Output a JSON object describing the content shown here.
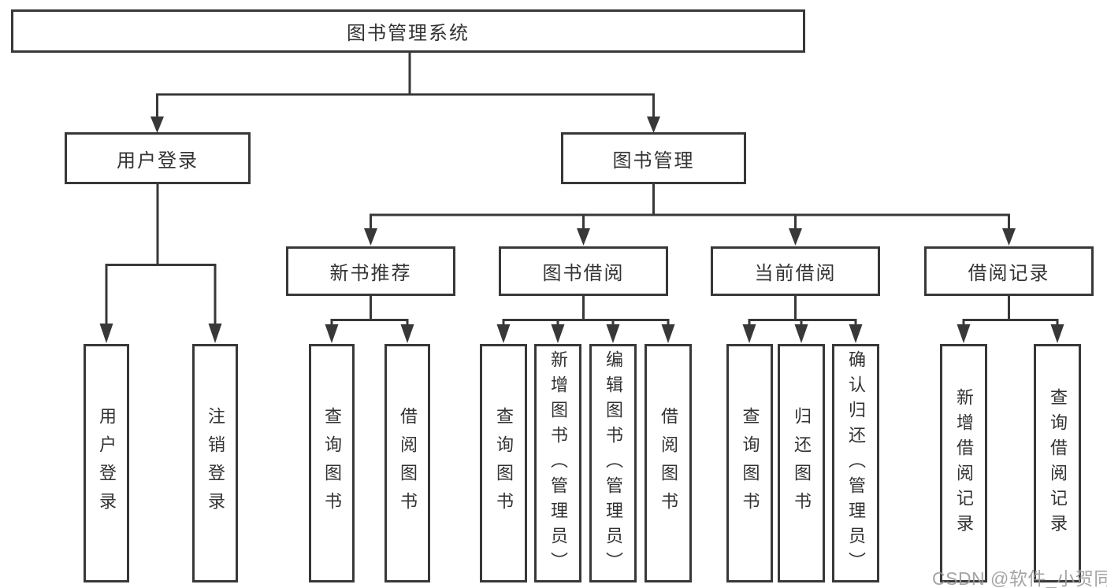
{
  "diagram": {
    "title": "图书管理系统",
    "watermark": "CSDN @软件_小贺同学"
  },
  "colors": {
    "line": "#383838",
    "box_border": "#383838",
    "box_fill": "#ffffff",
    "text": "#333333",
    "watermark_text": "#9b9b9b"
  },
  "nodes": {
    "root": "图书管理系统",
    "user_login": "用户登录",
    "book_mgmt": "图书管理",
    "leaf_user_login": "用户登录",
    "leaf_logout": "注销登录",
    "new_book_rec": "新书推荐",
    "book_borrow": "图书借阅",
    "current_borrow": "当前借阅",
    "borrow_record": "借阅记录",
    "nbr_query_book": "查询图书",
    "nbr_borrow_book": "借阅图书",
    "bb_query_book": "查询图书",
    "bb_add_book": "新增图书（管理员）",
    "bb_edit_book": "编辑图书（管理员）",
    "bb_borrow_book": "借阅图书",
    "cb_query_book": "查询图书",
    "cb_return_book": "归还图书",
    "cb_confirm_return": "确认归还（管理员）",
    "br_add_record": "新增借阅记录",
    "br_query_record": "查询借阅记录"
  },
  "hierarchy": {
    "图书管理系统": {
      "用户登录": [
        "用户登录",
        "注销登录"
      ],
      "图书管理": {
        "新书推荐": [
          "查询图书",
          "借阅图书"
        ],
        "图书借阅": [
          "查询图书",
          "新增图书（管理员）",
          "编辑图书（管理员）",
          "借阅图书"
        ],
        "当前借阅": [
          "查询图书",
          "归还图书",
          "确认归还（管理员）"
        ],
        "借阅记录": [
          "新增借阅记录",
          "查询借阅记录"
        ]
      }
    }
  }
}
